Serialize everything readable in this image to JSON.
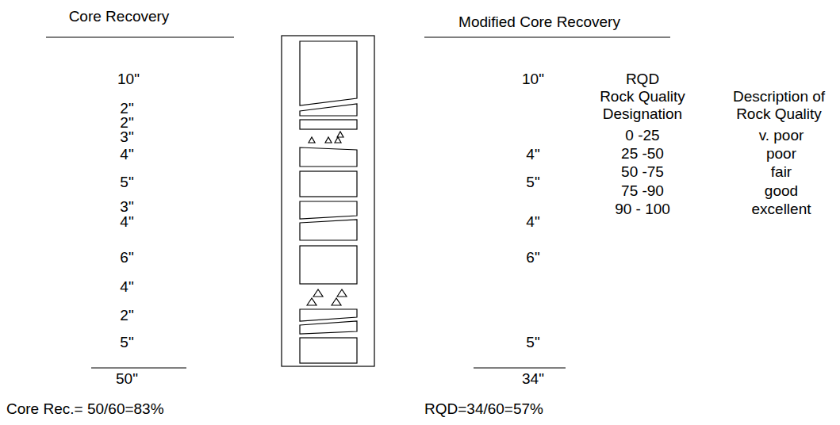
{
  "diagram": {
    "labels": [
      "Core Recovery",
      "10\"",
      "2\"",
      "2\"",
      "3\"",
      "4\"",
      "5\"",
      "3\"",
      "4\"",
      "6\"",
      "4\"",
      "2\"",
      "5\"",
      "50\"",
      "Core Rec.= 50/60=83%",
      "Modified Core Recovery",
      "10\"",
      "4\"",
      "5\"",
      "4\"",
      "6\"",
      "5\"",
      "34\"",
      "RQD=34/60=57%",
      "RQD",
      "Rock Quality Designation",
      "0 -25",
      "25 -50",
      "50 -75",
      "75 -90",
      "90 - 100",
      "Description of Rock Quality",
      "v. poor",
      "poor",
      "fair",
      "good",
      "excellent"
    ]
  }
}
